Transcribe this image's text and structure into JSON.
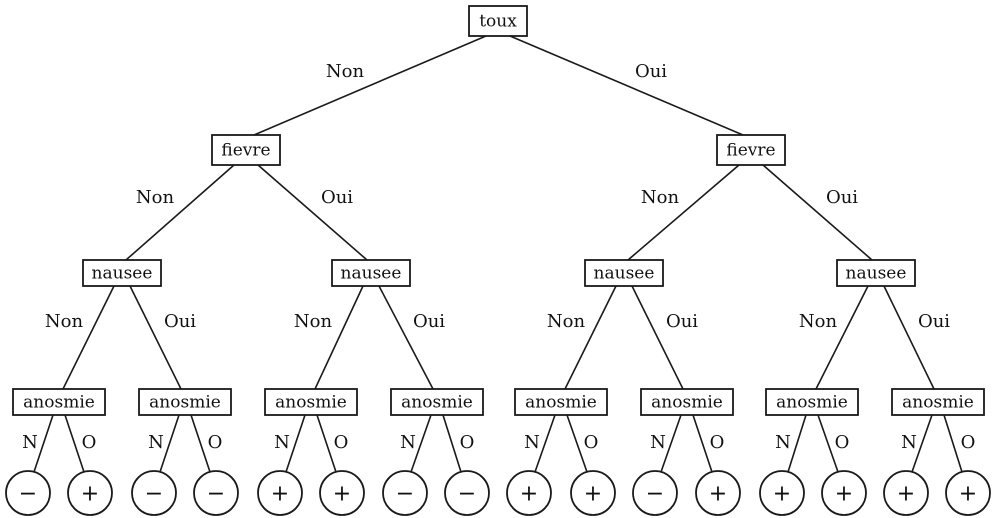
{
  "tree": {
    "root": "toux",
    "level1": [
      "fievre",
      "fievre"
    ],
    "level2": [
      "nausee",
      "nausee",
      "nausee",
      "nausee"
    ],
    "level3": [
      "anosmie",
      "anosmie",
      "anosmie",
      "anosmie",
      "anosmie",
      "anosmie",
      "anosmie",
      "anosmie"
    ],
    "branch_labels": {
      "no": "Non",
      "yes": "Oui"
    },
    "leaf_branch_labels": {
      "no": "N",
      "yes": "O"
    },
    "leaves": [
      "−",
      "+",
      "−",
      "−",
      "+",
      "+",
      "−",
      "−",
      "+",
      "+",
      "−",
      "+",
      "+",
      "+",
      "+",
      "+"
    ]
  }
}
